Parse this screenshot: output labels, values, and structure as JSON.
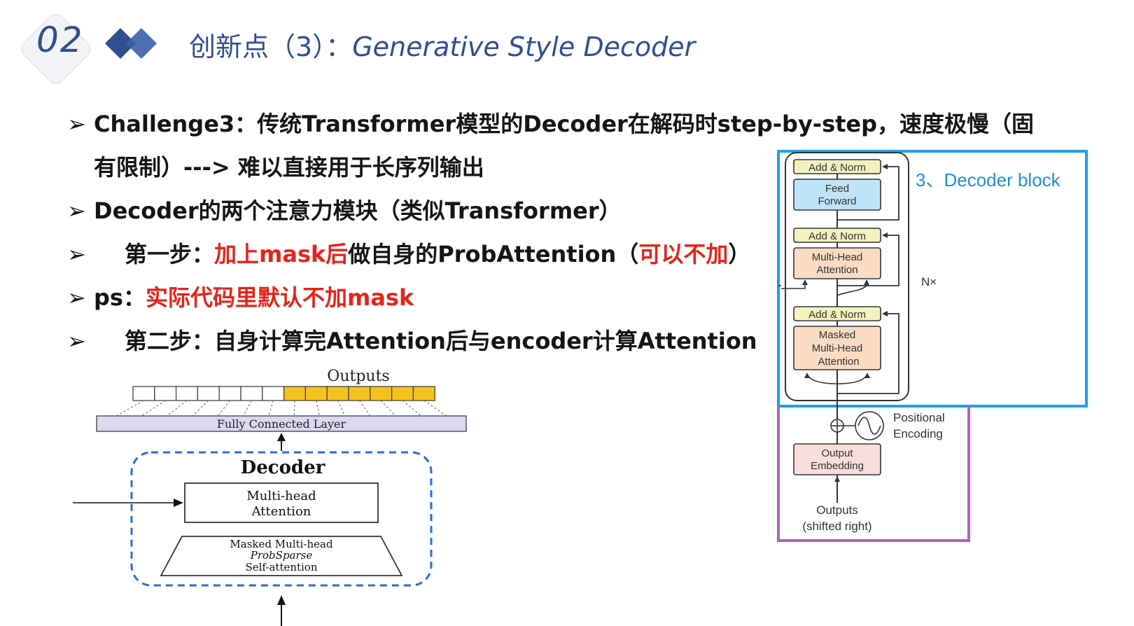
{
  "header": {
    "section_number": "02",
    "title_cn": "创新点（3）：",
    "title_en": "Generative Style Decoder"
  },
  "bullets": {
    "b1_line1": "Challenge3：传统Transformer模型的Decoder在解码时step-by-step，速度极慢（固",
    "b1_line2": "有限制）--->  难以直接用于长序列输出",
    "b2": "Decoder的两个注意力模块（类似Transformer）",
    "b3_pre": "第一步：",
    "b3_red1": "加上mask后",
    "b3_mid": "做自身的ProbAttention（",
    "b3_red2": "可以不加",
    "b3_post": "）",
    "b4_pre": "ps：",
    "b4_red": "实际代码里默认不加mask",
    "b5": "第二步：自身计算完Attention后与encoder计算Attention"
  },
  "left_diagram": {
    "outputs_label": "Outputs",
    "fc_label": "Fully Connected Layer",
    "decoder_title": "Decoder",
    "mha_line1": "Multi-head",
    "mha_line2": "Attention",
    "masked_line1": "Masked Multi-head",
    "masked_line2": "ProbSparse",
    "masked_line3": "Self-attention",
    "cells_empty": 7,
    "cells_filled": 7,
    "fill_color": "#f6c21c"
  },
  "right_diagram": {
    "block_label": "3、Decoder block",
    "add_norm_1": "Add & Norm",
    "ff_line1": "Feed",
    "ff_line2": "Forward",
    "add_norm_2": "Add & Norm",
    "mha_line1": "Multi-Head",
    "mha_line2": "Attention",
    "add_norm_3": "Add & Norm",
    "masked_line1": "Masked",
    "masked_line2": "Multi-Head",
    "masked_line3": "Attention",
    "nx_label": "N×",
    "pos_line1": "Positional",
    "pos_line2": "Encoding",
    "emb_line1": "Output",
    "emb_line2": "Embedding",
    "out_line1": "Outputs",
    "out_line2": "(shifted right)",
    "blue_frame_color": "#1ea0e6",
    "purple_frame_color": "#b060c0"
  },
  "colors": {
    "title_blue": "#2f4f8f",
    "highlight_red": "#e4251b"
  }
}
